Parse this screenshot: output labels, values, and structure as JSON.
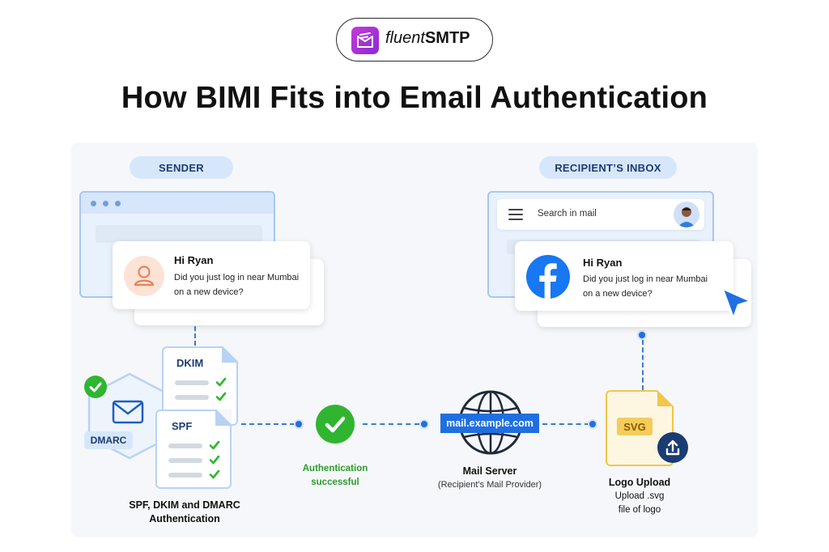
{
  "brand": {
    "name_light": "fluent",
    "name_bold": "SMTP"
  },
  "title": "How BIMI Fits into Email Authentication",
  "sender": {
    "pill": "SENDER",
    "card": {
      "name": "Hi Ryan",
      "message_line1": "Did you just log in near Mumbai",
      "message_line2": "on a new device?"
    }
  },
  "recipient": {
    "pill": "RECIPIENT’S INBOX",
    "search_placeholder": "Search in mail",
    "card": {
      "name": "Hi Ryan",
      "message_line1": "Did you just log in near Mumbai",
      "message_line2": "on a new device?"
    }
  },
  "auth": {
    "dkim_label": "DKIM",
    "spf_label": "SPF",
    "dmarc_label": "DMARC",
    "caption_line1": "SPF, DKIM and DMARC",
    "caption_line2": "Authentication"
  },
  "success": {
    "line1": "Authentication",
    "line2": "successful"
  },
  "mail_server": {
    "domain": "mail.example.com",
    "title": "Mail Server",
    "subtitle": "(Recipient’s Mail Provider)"
  },
  "logo_upload": {
    "file_label": "SVG",
    "title": "Logo Upload",
    "line1": "Upload .svg",
    "line2": "file of logo"
  },
  "colors": {
    "accent_blue": "#1f6fe0",
    "success_green": "#2fb52f",
    "brand_purple": "#b536d8",
    "facebook_blue": "#1877f2"
  }
}
